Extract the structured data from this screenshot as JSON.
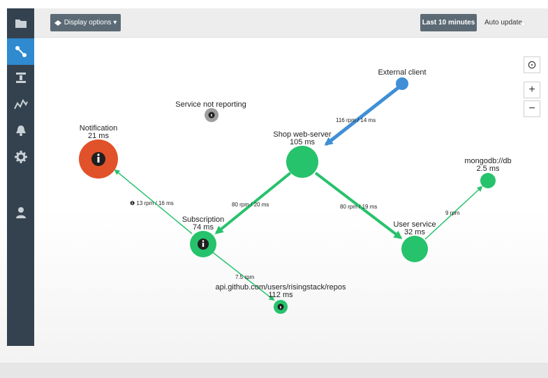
{
  "toolbar": {
    "display_options": "Display options ▾",
    "time_range": "Last 10 minutes",
    "auto_update": "Auto update"
  },
  "sidebar": {
    "items": [
      {
        "icon": "folder-icon"
      },
      {
        "icon": "topology-icon",
        "active": true
      },
      {
        "icon": "server-icon"
      },
      {
        "icon": "metrics-icon"
      },
      {
        "icon": "alert-bell-icon"
      },
      {
        "icon": "gear-icon"
      },
      {
        "icon": "user-icon"
      }
    ]
  },
  "zoom": {
    "reset": "⊙",
    "in": "+",
    "out": "−"
  },
  "colors": {
    "sidebar": "#34424f",
    "active": "#2f8ad0",
    "healthy": "#27c26c",
    "error": "#e2522a",
    "external": "#3f8fd6",
    "inactive": "#9e9e9e"
  },
  "nodes": {
    "external_client": {
      "name": "External client",
      "latency": ""
    },
    "not_reporting": {
      "name": "Service not reporting",
      "latency": ""
    },
    "notification": {
      "name": "Notification",
      "latency": "21 ms"
    },
    "shop": {
      "name": "Shop web-server",
      "latency": "105 ms"
    },
    "mongodb": {
      "name": "mongodb://db",
      "latency": "2.5 ms"
    },
    "subscription": {
      "name": "Subscription",
      "latency": "74 ms"
    },
    "user_service": {
      "name": "User service",
      "latency": "32 ms"
    },
    "github": {
      "name": "api.github.com/users/risingstack/repos",
      "latency": "112 ms"
    }
  },
  "edges": {
    "external_to_shop": "116 rpm / 14 ms",
    "shop_to_subscription": "80 rpm / 20 ms",
    "shop_to_user": "80 rpm / 19 ms",
    "subscription_to_notification": "❶ 13 rpm / 16 ms",
    "user_to_mongodb": "9 rpm",
    "subscription_to_github": "7.5 rpm"
  }
}
